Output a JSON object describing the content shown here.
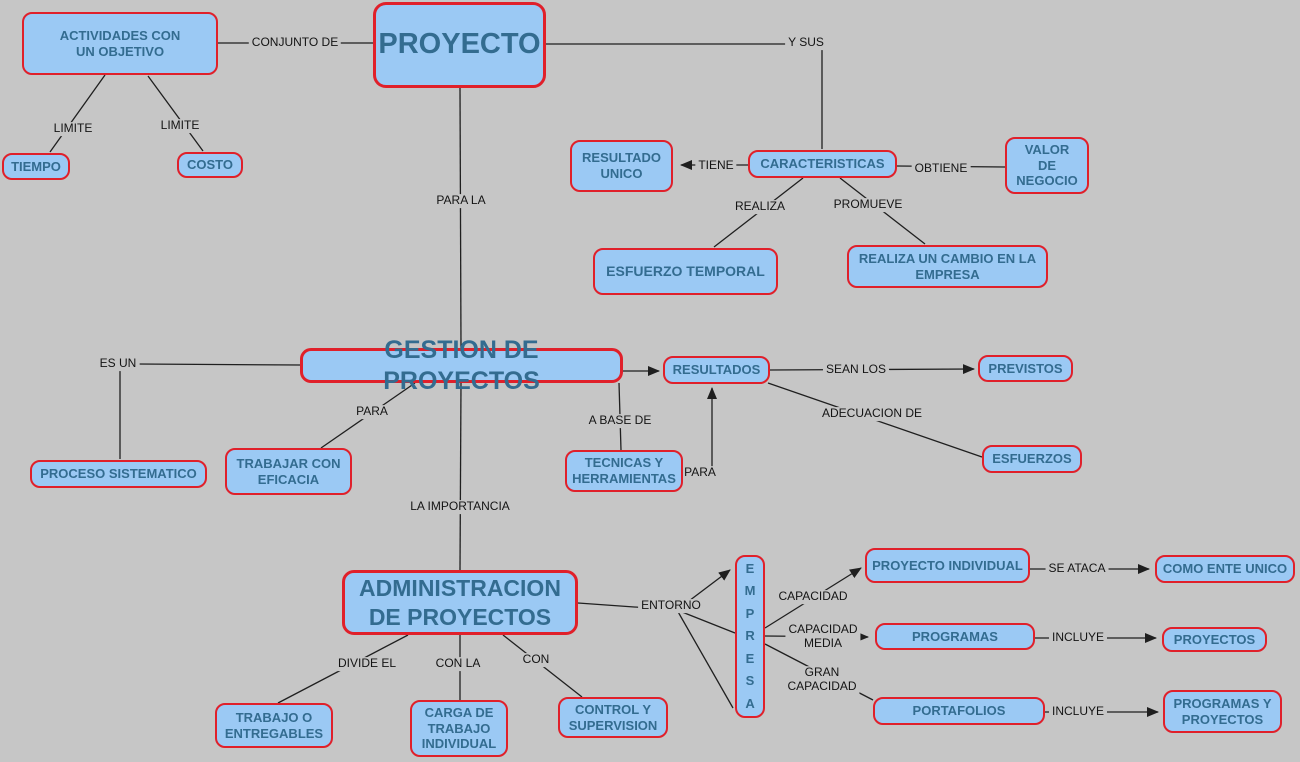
{
  "colors": {
    "background": "#c6c6c6",
    "node_fill": "#9bc9f4",
    "node_border": "#e0202a",
    "node_text": "#336c90",
    "connector_text": "#141414"
  },
  "nodes": {
    "actividades": {
      "label": "ACTIVIDADES CON\nUN OBJETIVO"
    },
    "proyecto": {
      "label": "PROYECTO"
    },
    "tiempo": {
      "label": "TIEMPO"
    },
    "costo": {
      "label": "COSTO"
    },
    "resultado_unico": {
      "label": "RESULTADO\nUNICO"
    },
    "caracteristicas": {
      "label": "CARACTERISTICAS"
    },
    "valor_negocio": {
      "label": "VALOR\nDE\nNEGOCIO"
    },
    "esfuerzo_temporal": {
      "label": "ESFUERZO TEMPORAL"
    },
    "realiza_cambio": {
      "label": "REALIZA UN CAMBIO EN LA\nEMPRESA"
    },
    "gestion": {
      "label": "GESTION DE PROYECTOS"
    },
    "proceso_sistematico": {
      "label": "PROCESO SISTEMATICO"
    },
    "trabajar_eficacia": {
      "label": "TRABAJAR CON\nEFICACIA"
    },
    "resultados": {
      "label": "RESULTADOS"
    },
    "previstos": {
      "label": "PREVISTOS"
    },
    "tecnicas": {
      "label": "TECNICAS Y\nHERRAMIENTAS"
    },
    "esfuerzos": {
      "label": "ESFUERZOS"
    },
    "administracion": {
      "label": "ADMINISTRACION\nDE PROYECTOS"
    },
    "empresa": {
      "label": "EMPRESA"
    },
    "proyecto_individual": {
      "label": "PROYECTO INDIVIDUAL"
    },
    "como_ente_unico": {
      "label": "COMO ENTE UNICO"
    },
    "programas": {
      "label": "PROGRAMAS"
    },
    "proyectos": {
      "label": "PROYECTOS"
    },
    "portafolios": {
      "label": "PORTAFOLIOS"
    },
    "programas_proyectos": {
      "label": "PROGRAMAS Y\nPROYECTOS"
    },
    "trabajo_entregables": {
      "label": "TRABAJO O\nENTREGABLES"
    },
    "carga_trabajo": {
      "label": "CARGA DE\nTRABAJO\nINDIVIDUAL"
    },
    "control_supervision": {
      "label": "CONTROL Y\nSUPERVISION"
    }
  },
  "labels": {
    "conjunto_de": "CONJUNTO DE",
    "y_sus": "Y SUS",
    "limite_1": "LIMITE",
    "limite_2": "LIMITE",
    "tiene": "TIENE",
    "obtiene": "OBTIENE",
    "realiza": "REALIZA",
    "promueve": "PROMUEVE",
    "para_la": "PARA LA",
    "es_un": "ES UN",
    "para_1": "PARA",
    "a_base_de": "A BASE DE",
    "sean_los": "SEAN LOS",
    "adecuacion_de": "ADECUACION DE",
    "para_2": "PARA",
    "la_importancia": "LA IMPORTANCIA",
    "divide_el": "DIVIDE EL",
    "con_la": "CON LA",
    "con": "CON",
    "entorno": "ENTORNO",
    "capacidad": "CAPACIDAD",
    "capacidad_media": "CAPACIDAD\nMEDIA",
    "gran_capacidad": "GRAN\nCAPACIDAD",
    "se_ataca": "SE ATACA",
    "incluye_1": "INCLUYE",
    "incluye_2": "INCLUYE"
  }
}
